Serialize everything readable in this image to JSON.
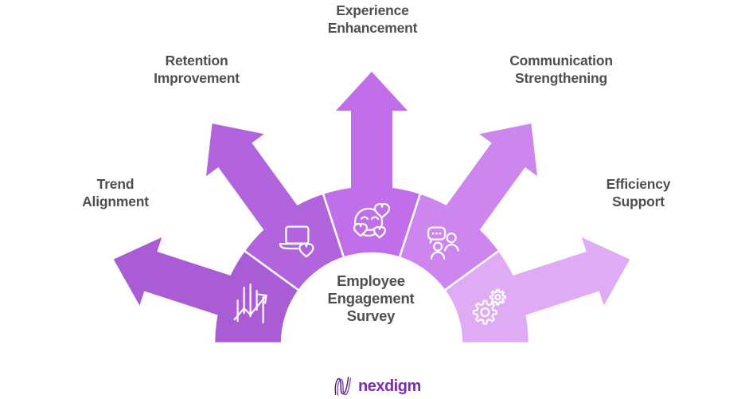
{
  "page": {
    "background": "#ffffff",
    "text_color": "#4f4f4f"
  },
  "diagram": {
    "center_label": {
      "lines": [
        "Employee",
        "Engagement",
        "Survey"
      ]
    },
    "icon_color": "#ffffff",
    "segments": [
      {
        "label_lines": [
          "Trend",
          "Alignment"
        ],
        "icon": "trend-chart-icon",
        "color": "#a95cd3"
      },
      {
        "label_lines": [
          "Retention",
          "Improvement"
        ],
        "icon": "laptop-heart-icon",
        "color": "#b264dc"
      },
      {
        "label_lines": [
          "Experience",
          "Enhancement"
        ],
        "icon": "smiley-hearts-icon",
        "color": "#c06ee9"
      },
      {
        "label_lines": [
          "Communication",
          "Strengthening"
        ],
        "icon": "people-chat-icon",
        "color": "#cd86ee"
      },
      {
        "label_lines": [
          "Efficiency",
          "Support"
        ],
        "icon": "gears-icon",
        "color": "#dfabf4"
      }
    ]
  },
  "footer": {
    "brand": "nexdigm",
    "brand_color": "#7c2daf",
    "mark_navy": "#332a63",
    "mark_purple": "#8b2fc9"
  }
}
